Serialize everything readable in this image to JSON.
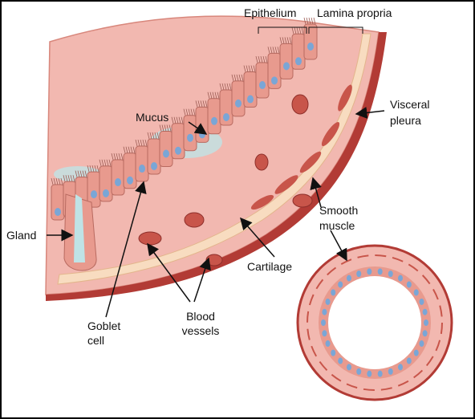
{
  "labels": {
    "epithelium": "Epithelium",
    "lamina_propria": "Lamina propria",
    "mucus": "Mucus",
    "visceral_pleura_line1": "Visceral",
    "visceral_pleura_line2": "pleura",
    "smooth_muscle_line1": "Smooth",
    "smooth_muscle_line2": "muscle",
    "gland": "Gland",
    "cartilage": "Cartilage",
    "goblet_cell_line1": "Goblet",
    "goblet_cell_line2": "cell",
    "blood_vessels_line1": "Blood",
    "blood_vessels_line2": "vessels"
  },
  "colors": {
    "background": "#ffffff",
    "frame": "#000000",
    "tissue": "#f2b8b0",
    "tissue_dark": "#d8877c",
    "cell": "#e89a8e",
    "nucleus": "#7aa6d6",
    "mucus": "#bfe3e6",
    "cartilage": "#f8dcc0",
    "muscle": "#c8554a",
    "outer_layer": "#b23b35"
  }
}
